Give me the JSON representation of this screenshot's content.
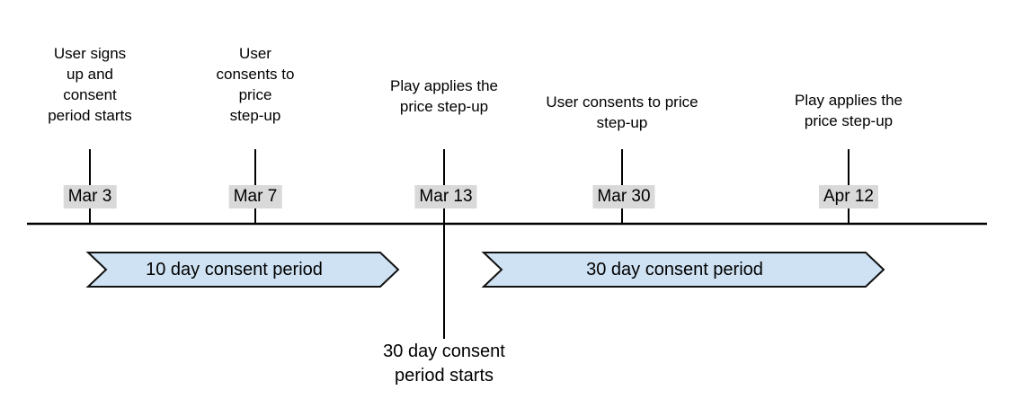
{
  "diagram_type": "timeline",
  "events": [
    {
      "date": "Mar 3",
      "label": "User signs\nup and\nconsent\nperiod starts"
    },
    {
      "date": "Mar 7",
      "label": "User\nconsents to\nprice\nstep-up"
    },
    {
      "date": "Mar 13",
      "label": "Play applies the\nprice step-up",
      "below_label": "30 day consent\nperiod starts"
    },
    {
      "date": "Mar 30",
      "label": "User consents to price\nstep-up"
    },
    {
      "date": "Apr 12",
      "label": "Play applies the\nprice step-up"
    }
  ],
  "periods": [
    {
      "label": "10 day consent period"
    },
    {
      "label": "30 day consent period"
    }
  ],
  "colors": {
    "arrow_fill": "#cfe2f3",
    "arrow_stroke": "#111111",
    "date_badge_bg": "#d9d9d9",
    "line": "#000000",
    "text": "#000000",
    "background": "#ffffff"
  }
}
